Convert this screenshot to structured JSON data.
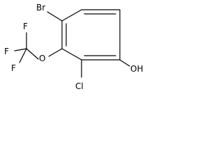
{
  "molecule": {
    "atoms": {
      "br": "Br",
      "f1": "F",
      "f2": "F",
      "f3": "F",
      "o": "O",
      "cl": "Cl",
      "oh": "OH"
    }
  }
}
